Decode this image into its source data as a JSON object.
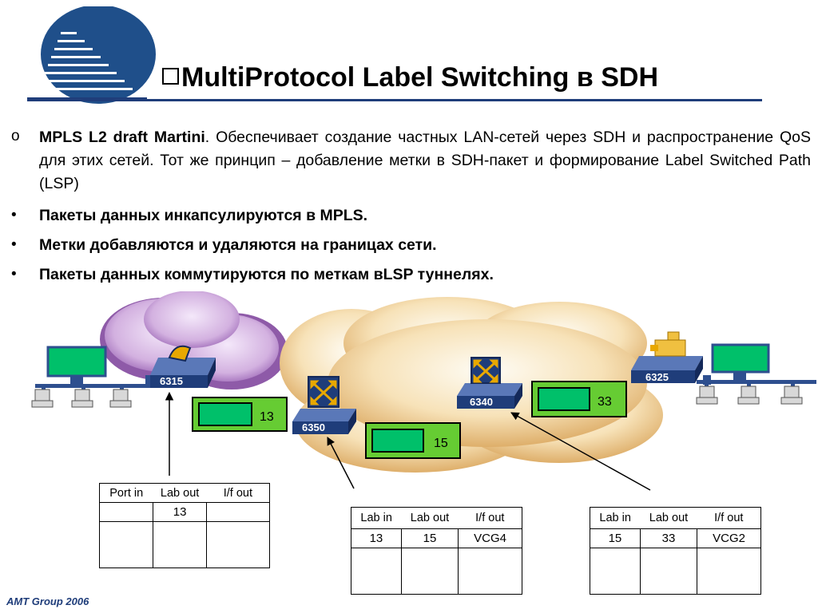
{
  "title": {
    "bullet": "❑",
    "text": "MultiProtocol Label Switching в SDH"
  },
  "intro": {
    "marker": "o",
    "bold": "MPLS L2 draft Martini",
    "text": ". Обеспечивает создание частных LAN-сетей через SDH и распространение QoS для этих сетей. Тот же принцип – добавление метки в SDH-пакет и формирование Label Switched Path (LSP)"
  },
  "bullets": [
    "Пакеты данных инкапсулируются в MPLS.",
    "Метки добавляются и удаляются на границах сети.",
    "Пакеты данных коммутируются по меткам вLSP туннелях."
  ],
  "bullet_char": "•",
  "diagram": {
    "devices": {
      "d6315": "6315",
      "d6350": "6350",
      "d6340": "6340",
      "d6325": "6325"
    },
    "label_boxes": {
      "l13": "13",
      "l15": "15",
      "l33": "33"
    }
  },
  "tables": {
    "t1": {
      "headers": [
        "Port in",
        "Lab out",
        "I/f out"
      ],
      "row": [
        "",
        "13",
        ""
      ]
    },
    "t2": {
      "headers": [
        "Lab in",
        "Lab out",
        "I/f out"
      ],
      "row": [
        "13",
        "15",
        "VCG4"
      ]
    },
    "t3": {
      "headers": [
        "Lab in",
        "Lab out",
        "I/f out"
      ],
      "row": [
        "15",
        "33",
        "VCG2"
      ]
    }
  },
  "footer": "AMT Group 2006",
  "colors": {
    "title_line": "#1f3d7a",
    "purple_cloud": "#c9a3d9",
    "orange_cloud": "#f5d9a8",
    "device_blue": "#1f3d7a",
    "label_green": "#66cc33",
    "monitor_green": "#00c06a"
  }
}
